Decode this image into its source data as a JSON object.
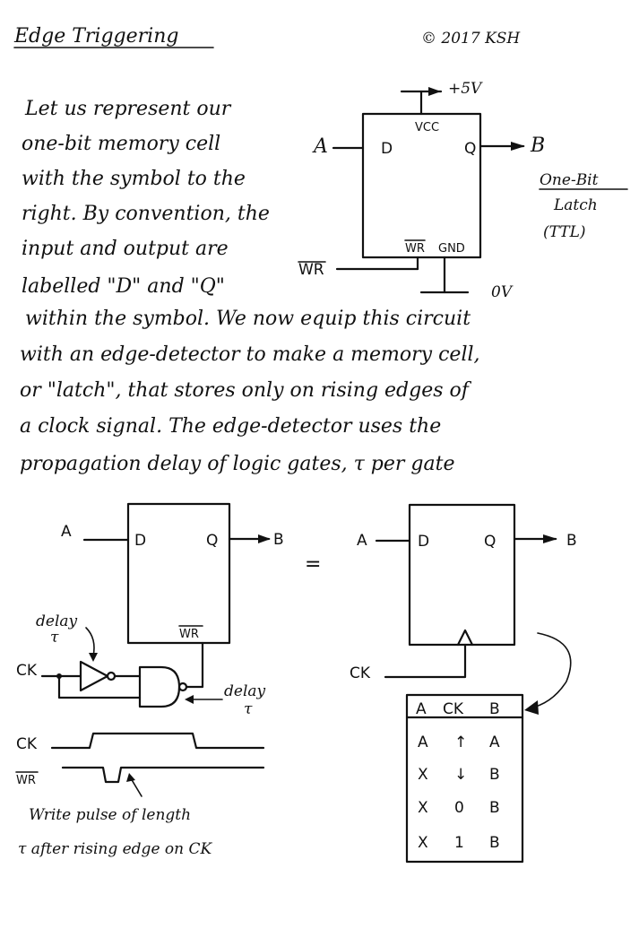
{
  "title": "Edge Triggering",
  "copyright": "© 2017 KSH",
  "intro_lines": [
    "Let us represent  our",
    "one-bit memory cell",
    "with the symbol to the",
    "right. By convention, the",
    "input and output are",
    "labelled \"D\" and \"Q\""
  ],
  "body_lines": [
    "within the symbol. We now equip this circuit",
    "with an edge-detector to make a memory cell,",
    "or \"latch\", that stores only on rising edges of",
    "a clock signal. The edge-detector uses the",
    "propagation delay of logic gates, τ per gate"
  ],
  "latch": {
    "vcc_supply": "+5V",
    "vcc_pin": "VCC",
    "input_pin": "D",
    "output_pin": "Q",
    "input_signal": "A",
    "output_signal": "B",
    "wr_pin": "WR",
    "gnd_pin": "GND",
    "wr_signal": "WR",
    "ground": "0V",
    "caption": [
      "One-Bit",
      "Latch",
      "(TTL)"
    ]
  },
  "circuit": {
    "input": "A",
    "output": "B",
    "d_pin": "D",
    "q_pin": "Q",
    "wr_pin": "WR",
    "clock": "CK",
    "delay_label_1": [
      "delay",
      "τ"
    ],
    "delay_label_2": [
      "delay",
      "τ"
    ],
    "equals": "="
  },
  "equivalent": {
    "input": "A",
    "output": "B",
    "d_pin": "D",
    "q_pin": "Q",
    "clock": "CK"
  },
  "truth_table": {
    "headers": [
      "A",
      "CK",
      "B"
    ],
    "rows": [
      [
        "A",
        "↑",
        "A"
      ],
      [
        "X",
        "↓",
        "B"
      ],
      [
        "X",
        "0",
        "B"
      ],
      [
        "X",
        "1",
        "B"
      ]
    ]
  },
  "timing": {
    "ck_label": "CK",
    "wr_label": "WR",
    "note_lines": [
      "Write pulse of length",
      "τ after rising edge on CK"
    ]
  }
}
